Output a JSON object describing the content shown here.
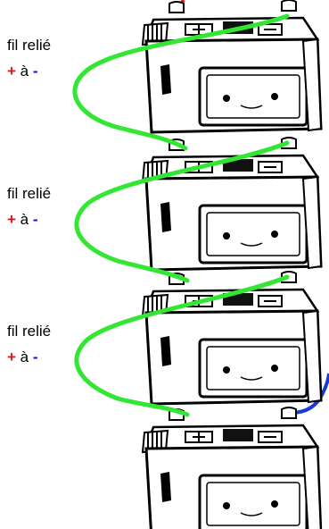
{
  "labels": [
    {
      "caption": "fil relié",
      "plus": "+",
      "connector": " à ",
      "minus": "-"
    },
    {
      "caption": "fil relié",
      "plus": "+",
      "connector": " à ",
      "minus": "-"
    },
    {
      "caption": "fil relié",
      "plus": "+",
      "connector": " à ",
      "minus": "-"
    }
  ],
  "colors": {
    "series_wire": "#33e633",
    "end_wire_top": "#e8101a",
    "end_wire_bottom": "#1a3ad8",
    "plus_sign": "#e8101a",
    "minus_sign": "#1010d0"
  },
  "battery_count": 4
}
